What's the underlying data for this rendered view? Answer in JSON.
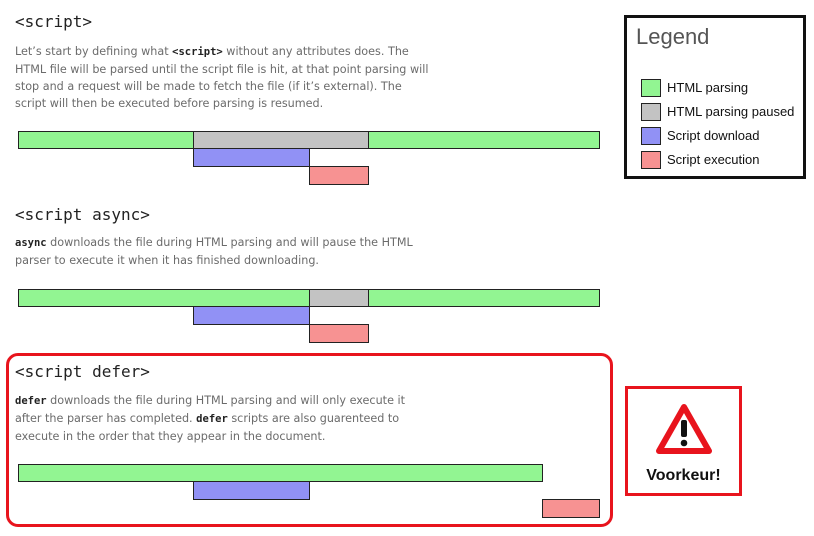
{
  "sections": [
    {
      "heading": "<script>",
      "desc_parts": [
        "Let’s start by defining what ",
        "<script>",
        " without any attributes does. The HTML file will be parsed until the script file is hit, at that point parsing will stop and a request will be made to fetch the file (if it’s external). The script will then be executed before parsing is resumed."
      ]
    },
    {
      "heading": "<script async>",
      "desc_parts": [
        "async",
        " downloads the file during HTML parsing and will pause the HTML parser to execute it when it has finished downloading."
      ]
    },
    {
      "heading": "<script defer>",
      "desc_parts": [
        "defer",
        " downloads the file during HTML parsing and will only execute it after the parser has completed. ",
        "defer",
        " scripts are also guarenteed to execute in the order that they appear in the document."
      ]
    }
  ],
  "legend": {
    "title": "Legend",
    "items": [
      {
        "label": "HTML parsing",
        "color": "#92f592"
      },
      {
        "label": "HTML parsing paused",
        "color": "#c3c3c3"
      },
      {
        "label": "Script download",
        "color": "#9191f5"
      },
      {
        "label": "Script execution",
        "color": "#f79292"
      }
    ]
  },
  "callout": {
    "label": "Voorkeur!",
    "color": "#e8141d"
  }
}
